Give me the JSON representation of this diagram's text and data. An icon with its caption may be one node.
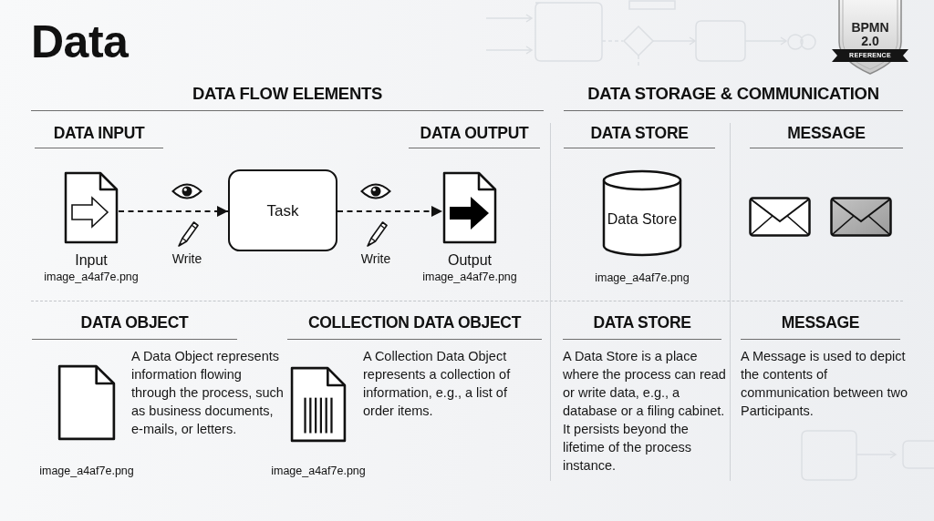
{
  "diagram": {
    "title": "Data",
    "nodes": [
      {
        "text": [
          "BPMN 2.0",
          "REFERENCE"
        ]
      },
      {
        "text": [
          "Input"
        ],
        "beside": [
          "image_a4af7e.png"
        ]
      },
      {
        "text": [
          "Task"
        ]
      },
      {
        "text": [
          "Output"
        ],
        "beside": [
          "image_a4af7e.png"
        ]
      },
      {
        "text": [
          "Data Store"
        ],
        "beside": [
          "image_a4af7e.png"
        ]
      },
      {
        "text": [],
        "shape": "envelope"
      },
      {
        "text": [],
        "shape": "envelope"
      },
      {
        "text": [],
        "shape": "document",
        "beside": [
          "image_a4af7e.png"
        ]
      },
      {
        "text": [],
        "shape": "document",
        "beside": [
          "image_a4af7e.png"
        ]
      }
    ],
    "edges": [
      {
        "from": 1,
        "to": 2,
        "arrow": "to",
        "style": "dashed",
        "label": "Write"
      },
      {
        "from": 2,
        "to": 3,
        "arrow": "to",
        "style": "dashed",
        "label": "Write"
      }
    ],
    "labels": [
      "DATA FLOW ELEMENTS",
      "DATA STORAGE & COMMUNICATION",
      "DATA INPUT",
      "DATA OUTPUT",
      "DATA STORE",
      "MESSAGE",
      "DATA OBJECT",
      "COLLECTION DATA OBJECT",
      "DATA STORE",
      "MESSAGE",
      "A Data Object represents information flowing through the process, such as business documents, e-mails, or letters.",
      "A Collection Data Object represents a collection of information, e.g., a list of order items.",
      "A Data Store is a place where the process can read or write data, e.g., a database or a filing cabinet. It persists beyond the lifetime of the process instance.",
      "A Message is used to depict the contents of communication between two Participants."
    ]
  }
}
